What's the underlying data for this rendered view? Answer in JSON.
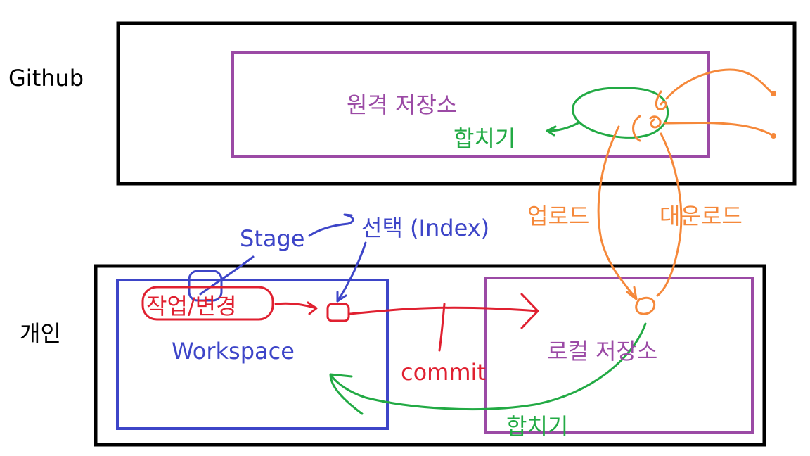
{
  "colors": {
    "black": "#000000",
    "purple": "#9b4aa5",
    "blue": "#3d45c8",
    "red": "#e02030",
    "green": "#22aa44",
    "orange": "#f5883a"
  },
  "labels": {
    "github": "Github",
    "personal": "개인",
    "remote_repo": "원격 저장소",
    "merge_top": "합치기",
    "upload": "업로드",
    "download": "대운로드",
    "stage": "Stage",
    "select_index": "선택 (Index)",
    "work_change": "작업/변경",
    "workspace": "Workspace",
    "local_repo": "로컬 저장소",
    "commit": "commit",
    "merge_bottom": "합치기"
  }
}
